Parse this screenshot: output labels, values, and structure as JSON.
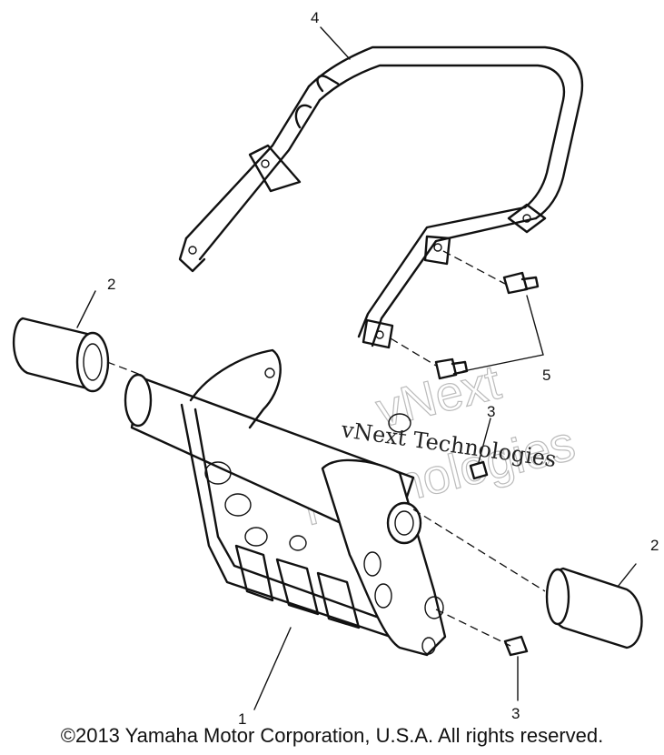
{
  "callouts": [
    {
      "id": "c1",
      "text": "1"
    },
    {
      "id": "c2a",
      "text": "2"
    },
    {
      "id": "c2b",
      "text": "2"
    },
    {
      "id": "c3a",
      "text": "3"
    },
    {
      "id": "c3b",
      "text": "3"
    },
    {
      "id": "c4",
      "text": "4"
    },
    {
      "id": "c5",
      "text": "5"
    }
  ],
  "watermark": {
    "line1": "vNext Technologies",
    "outline_top": "vNext",
    "outline_bottom": "Technologies"
  },
  "copyright": "©2013 Yamaha Motor Corporation, U.S.A. All rights reserved."
}
